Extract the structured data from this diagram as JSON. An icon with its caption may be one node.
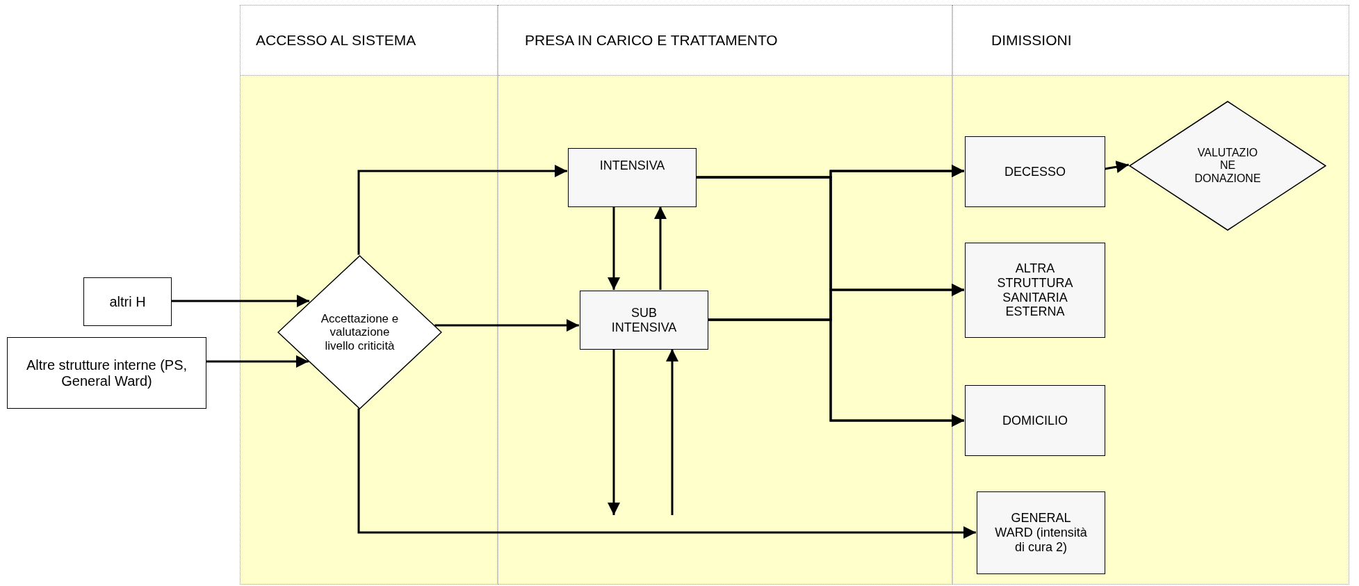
{
  "diagram": {
    "nodes": [
      {
        "text": [
          "ACCESSO AL SISTEMA"
        ]
      },
      {
        "text": [
          "PRESA IN CARICO E TRATTAMENTO"
        ]
      },
      {
        "text": [
          "DIMISSIONI"
        ]
      },
      {
        "text": [
          "altri H"
        ]
      },
      {
        "text": [
          "Altre strutture interne (PS, General Ward)"
        ]
      },
      {
        "text": [
          "Accettazione e valutazione livello criticità"
        ],
        "in": 0
      },
      {
        "text": [
          "INTENSIVA"
        ],
        "in": 1
      },
      {
        "text": [
          "SUB INTENSIVA"
        ],
        "in": 1
      },
      {
        "text": [
          "DECESSO"
        ],
        "in": 2
      },
      {
        "text": [
          "VALUTAZIO NE DONAZIONE"
        ],
        "in": 2
      },
      {
        "text": [
          "ALTRA STRUTTURA SANITARIA ESTERNA"
        ],
        "in": 2
      },
      {
        "text": [
          "DOMICILIO"
        ],
        "in": 2
      },
      {
        "text": [
          "GENERAL WARD (intensità di cura 2)"
        ],
        "in": 2
      }
    ],
    "edges": [
      {
        "from": 3,
        "to": 5,
        "arrow": "to"
      },
      {
        "from": 4,
        "to": 5,
        "arrow": "to"
      },
      {
        "from": 5,
        "to": 6,
        "arrow": "to"
      },
      {
        "from": 5,
        "to": 7,
        "arrow": "to"
      },
      {
        "from": 5,
        "to": 12,
        "arrow": "to"
      },
      {
        "from": 6,
        "to": 8,
        "arrow": "to"
      },
      {
        "from": 6,
        "to": 10,
        "arrow": "to"
      },
      {
        "from": 6,
        "to": 11,
        "arrow": "to"
      },
      {
        "from": 7,
        "to": 8,
        "arrow": "to"
      },
      {
        "from": 7,
        "to": 10,
        "arrow": "to"
      },
      {
        "from": 7,
        "to": 11,
        "arrow": "to"
      },
      {
        "from": 6,
        "to": 7,
        "arrow": "to"
      },
      {
        "from": 7,
        "to": 6,
        "arrow": "to"
      },
      {
        "from": 7,
        "to": null,
        "arrow": "to"
      },
      {
        "from": null,
        "to": 7,
        "arrow": "to"
      },
      {
        "from": 8,
        "to": 9,
        "arrow": "to"
      }
    ]
  }
}
